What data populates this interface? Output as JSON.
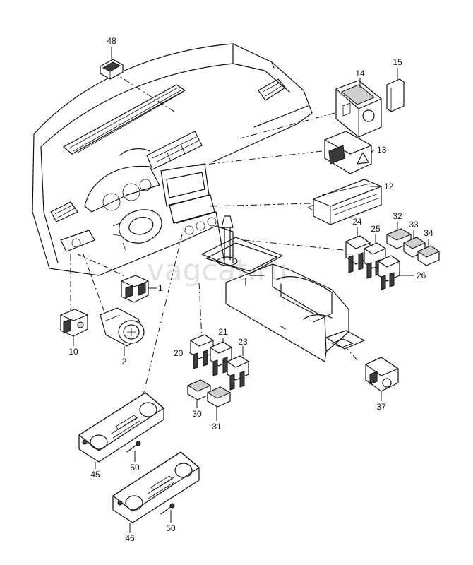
{
  "watermark": "vagcat.ru",
  "callouts": [
    {
      "id": "48",
      "label": "48"
    },
    {
      "id": "14",
      "label": "14"
    },
    {
      "id": "15",
      "label": "15"
    },
    {
      "id": "13",
      "label": "13"
    },
    {
      "id": "12",
      "label": "12"
    },
    {
      "id": "24",
      "label": "24"
    },
    {
      "id": "25",
      "label": "25"
    },
    {
      "id": "32",
      "label": "32"
    },
    {
      "id": "33",
      "label": "33"
    },
    {
      "id": "34",
      "label": "34"
    },
    {
      "id": "26",
      "label": "26"
    },
    {
      "id": "1",
      "label": "1"
    },
    {
      "id": "10",
      "label": "10"
    },
    {
      "id": "2",
      "label": "2"
    },
    {
      "id": "21",
      "label": "21"
    },
    {
      "id": "20",
      "label": "20"
    },
    {
      "id": "23",
      "label": "23"
    },
    {
      "id": "30",
      "label": "30"
    },
    {
      "id": "31",
      "label": "31"
    },
    {
      "id": "37",
      "label": "37"
    },
    {
      "id": "45",
      "label": "45"
    },
    {
      "id": "50a",
      "label": "50"
    },
    {
      "id": "46",
      "label": "46"
    },
    {
      "id": "50b",
      "label": "50"
    }
  ]
}
